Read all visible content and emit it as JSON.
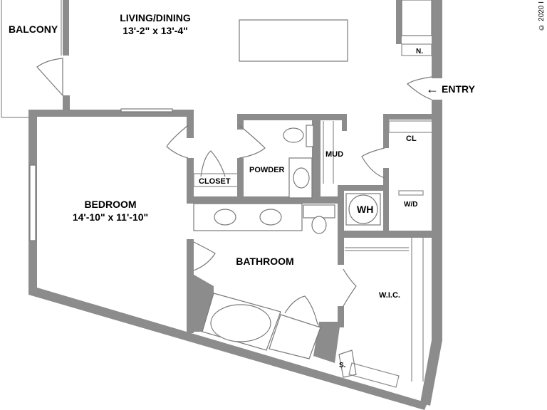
{
  "rooms": {
    "balcony": "BALCONY",
    "living_dining": "LIVING/DINING",
    "living_dining_size": "13'-2\" x 13'-4\"",
    "entry": "ENTRY",
    "n": "N.",
    "mud": "MUD",
    "cl": "CL",
    "closet": "CLOSET",
    "powder": "POWDER",
    "wh": "WH",
    "wd": "W/D",
    "bedroom": "BEDROOM",
    "bedroom_size": "14'-10\" x 11'-10\"",
    "bathroom": "BATHROOM",
    "wic": "W.I.C.",
    "s": "S."
  },
  "entry_arrow": "←",
  "copyright": "© 2020 I",
  "colors": {
    "wall": "#8c8c8c",
    "fixture_stroke": "#7a7a7a",
    "label": "#000000"
  }
}
